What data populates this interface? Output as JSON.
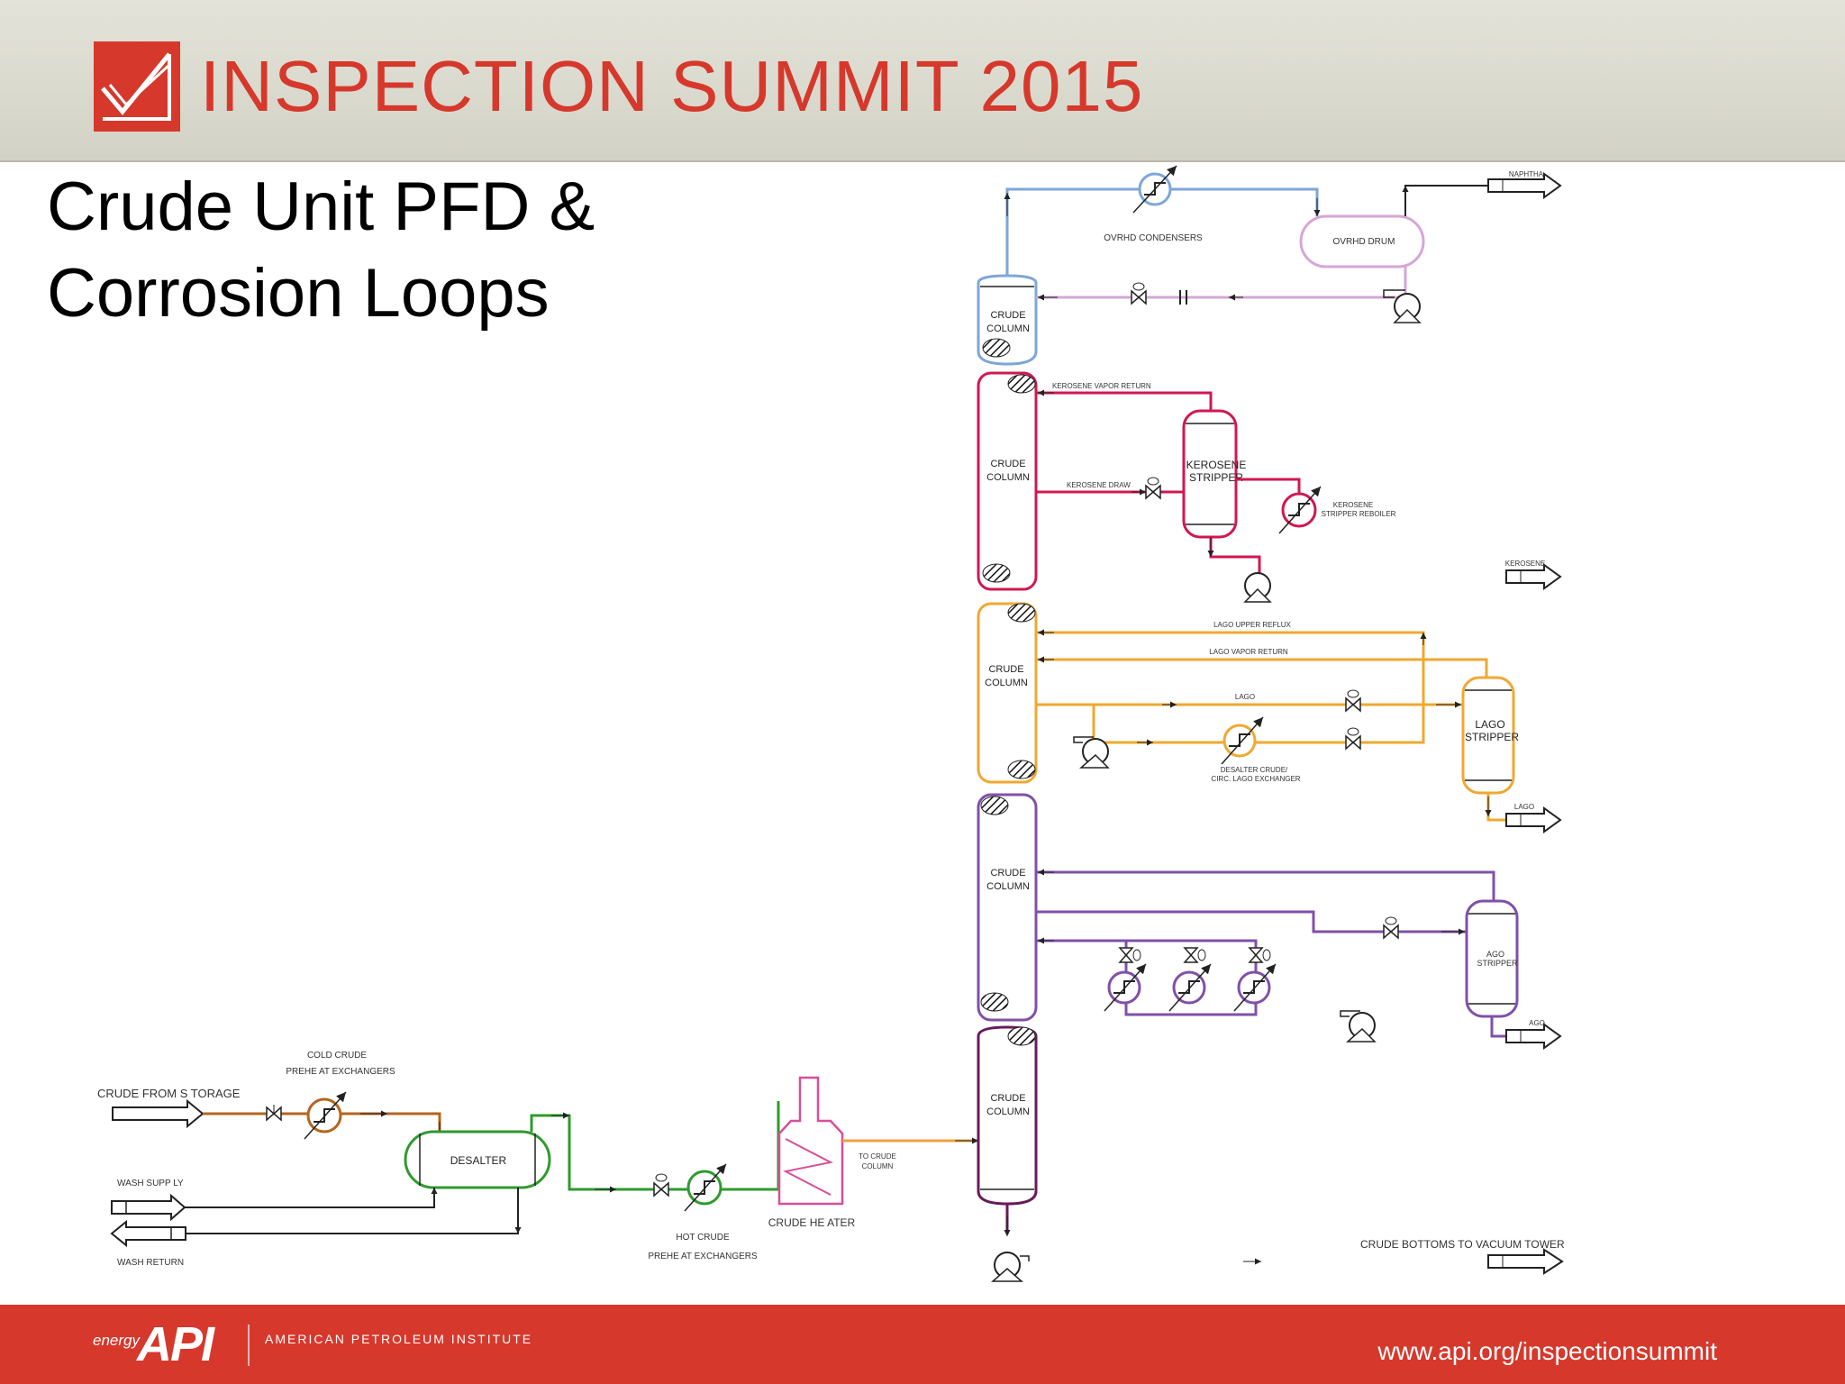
{
  "header": {
    "title": "INSPECTION SUMMIT 2015",
    "logo_icon": "checkmark-logo-icon",
    "brand_color": "#d6382c"
  },
  "slide": {
    "title": "Crude Unit PFD &\nCorrosion Loops"
  },
  "footer": {
    "brand_prefix": "energy",
    "brand_name": "API",
    "org_name": "AMERICAN PETROLEUM INSTITUTE",
    "url": "www.api.org/inspectionsummit"
  },
  "diagram": {
    "equipment": {
      "desalter": "DESALTER",
      "crude_heater": "CRUDE HE ATER",
      "crude_column": [
        "CRUDE",
        "COLUMN"
      ],
      "ovrhd_condensers": "OVRHD CONDENSERS",
      "ovrhd_drum": "OVRHD DRUM",
      "kerosene_stripper": [
        "KEROSENE",
        "STRIPPER"
      ],
      "kerosene_reboiler": [
        "KEROSENE",
        "STRIPPER REBOILER"
      ],
      "lago_stripper": [
        "LAGO",
        "STRIPPER"
      ],
      "ago_stripper": [
        "AGO",
        "STRIPPER"
      ],
      "desalter_exchanger": [
        "DESALTER CRUDE/",
        "CIRC. LAGO EXCHANGER"
      ]
    },
    "streams": {
      "crude_from_storage": "CRUDE FROM S  TORAGE",
      "cold_crude_preheat": [
        "COLD CRUDE",
        "PREHE AT EXCHANGERS"
      ],
      "wash_supply": "WASH SUPP LY",
      "wash_return": "WASH RETURN",
      "hot_crude_preheat": [
        "HOT CRUDE",
        "PREHE AT EXCHANGERS"
      ],
      "to_crude_column": [
        "TO CRUDE",
        "COLUMN"
      ],
      "naphtha": "NAPHTHA",
      "kerosene_vapor_return": "KEROSENE VAPOR RETURN",
      "kerosene_draw": "KEROSENE DRAW",
      "kerosene": "KEROSENE",
      "lago_upper_reflux": "LAGO UPPER REFLUX",
      "lago_vapor_return": "LAGO VAPOR RETURN",
      "lago_draw": "LAGO",
      "lago": "LAGO",
      "ago": "AGO",
      "crude_bottoms": "CRUDE BOTTOMS TO VACUUM TOWER"
    },
    "loop_colors": {
      "cold_preheat": "#b5651d",
      "desalter": "#2e9a2e",
      "heater": "#d64f9a",
      "heater_outlet": "#f0a040",
      "overhead": "#7ea6d8",
      "overhead_drum": "#d6a6d6",
      "kerosene": "#d01850",
      "lago": "#f0a830",
      "ago": "#8050a8",
      "bottoms": "#6a1a5a",
      "wash": "#222222"
    }
  }
}
